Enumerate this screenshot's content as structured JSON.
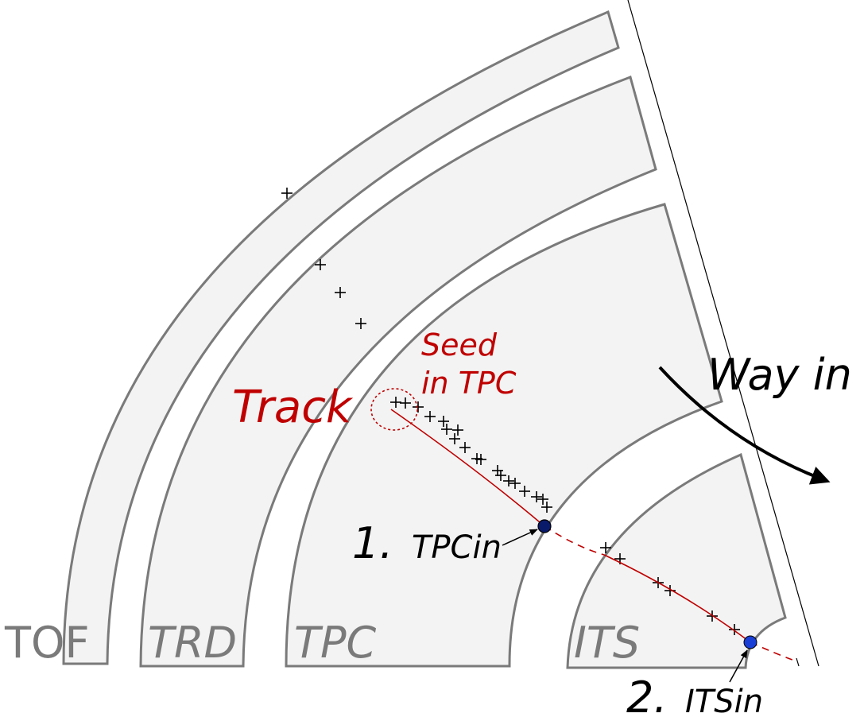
{
  "detectors": {
    "tof": "TOF",
    "trd": "TRD",
    "tpc": "TPC",
    "its": "ITS"
  },
  "labels": {
    "track": "Track",
    "seed_line1": "Seed",
    "seed_line2": "in TPC",
    "way_in": "Way in",
    "step1_num": "1.",
    "step1_name": "TPCin",
    "step2_num": "2.",
    "step2_name": "ITSin"
  },
  "colors": {
    "track": "#c00000",
    "detector_fill": "#f3f3f3",
    "detector_stroke": "#7a7a7a",
    "tpcin_point": "#0a1a6b",
    "itsin_point": "#1a3fd6"
  }
}
